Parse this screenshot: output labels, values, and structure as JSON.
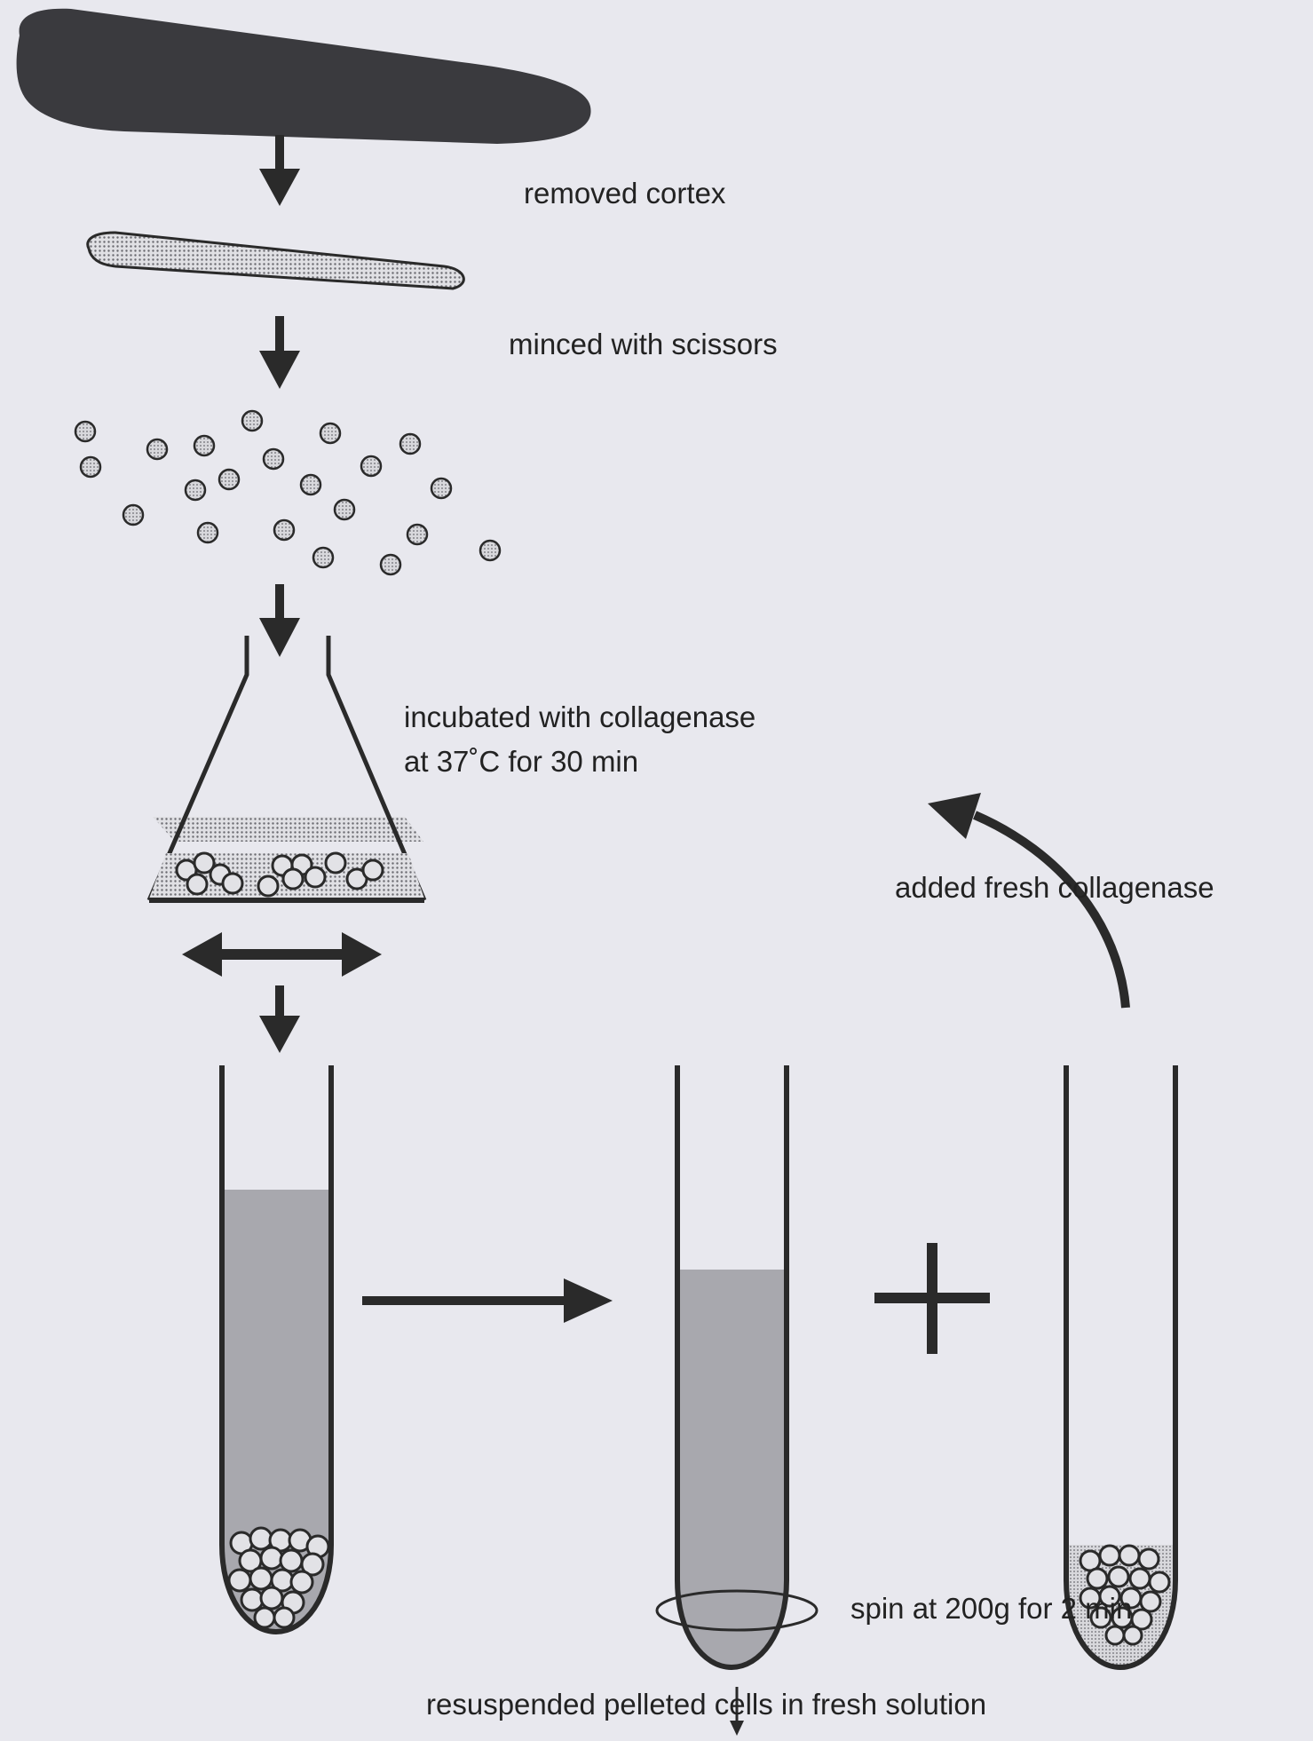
{
  "labels": {
    "removed_cortex": "removed cortex",
    "minced": "minced with scissors",
    "incubated_line1": "incubated with collagenase",
    "incubated_line2": "at 37˚C for 30 min",
    "added_fresh": "added fresh collagenase",
    "spin": "spin at 200g for 2 min",
    "resuspended": "resuspended pelleted cells in fresh solution"
  },
  "colors": {
    "background": "#e8e8ee",
    "ink": "#2a2a2a",
    "tissue_dark": "#3a3a3e",
    "tissue_light": "#8a8a90",
    "solution": "#a8a8ae",
    "cell_fill": "#bdbdc2"
  }
}
